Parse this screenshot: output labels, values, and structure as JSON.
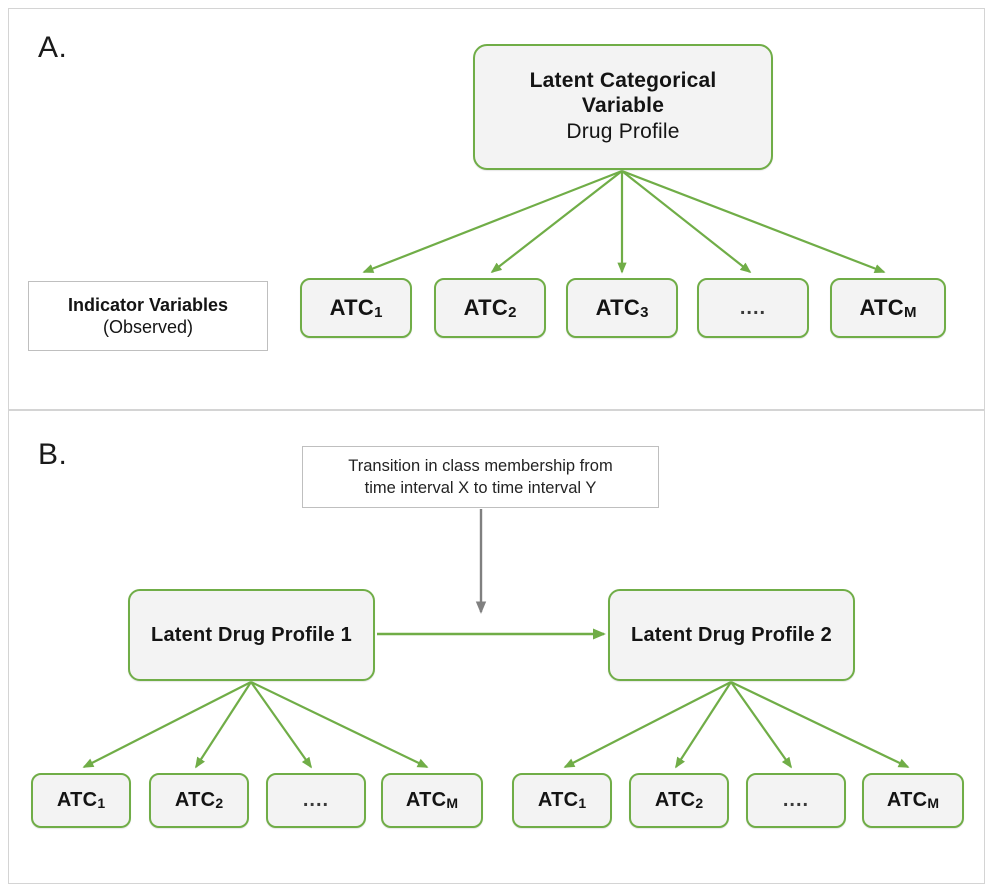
{
  "figure": {
    "title": "Latent class analysis and latent transition analysis schematic",
    "background": "#ffffff",
    "accent_green": "#70AD47",
    "arrow_grey": "#808080",
    "box_fill": "#F3F3F3",
    "border_grey": "#BFBFBF"
  },
  "panel_a": {
    "label": "A.",
    "latent_box": {
      "line1": "Latent Categorical",
      "line2": "Variable",
      "line3": "Drug Profile"
    },
    "indicator_box": {
      "line1": "Indicator Variables",
      "line2": "(Observed)"
    },
    "indicators": [
      {
        "base": "ATC",
        "sub": "1"
      },
      {
        "base": "ATC",
        "sub": "2"
      },
      {
        "base": "ATC",
        "sub": "3"
      },
      {
        "base": "....",
        "sub": ""
      },
      {
        "base": "ATC",
        "sub": "M"
      }
    ]
  },
  "panel_b": {
    "label": "B.",
    "transition_box": {
      "line1": "Transition in class membership from",
      "line2": "time interval X to time interval Y"
    },
    "profiles": [
      {
        "label": "Latent Drug Profile 1"
      },
      {
        "label": "Latent Drug Profile 2"
      }
    ],
    "indicators_left": [
      {
        "base": "ATC",
        "sub": "1"
      },
      {
        "base": "ATC",
        "sub": "2"
      },
      {
        "base": "....",
        "sub": ""
      },
      {
        "base": "ATC",
        "sub": "M"
      }
    ],
    "indicators_right": [
      {
        "base": "ATC",
        "sub": "1"
      },
      {
        "base": "ATC",
        "sub": "2"
      },
      {
        "base": "....",
        "sub": ""
      },
      {
        "base": "ATC",
        "sub": "M"
      }
    ]
  }
}
